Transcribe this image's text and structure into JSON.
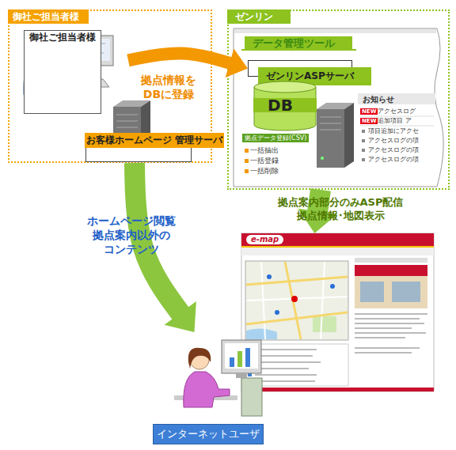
{
  "diagram": {
    "nodes": [
      {
        "text": [
          "御社ご担当者様"
        ]
      },
      {
        "text": [
          "御社ご担当者様"
        ],
        "in": 0
      },
      {
        "text": [
          "お客様ホームページ 管理サーバ"
        ],
        "in": 0
      },
      {
        "text": [
          "ゼンリン"
        ]
      },
      {
        "text": [
          "データ管理ツール"
        ],
        "in": 3
      },
      {
        "text": [
          "ゼンリンASPサーバ"
        ],
        "in": 4
      },
      {
        "text": [
          "DB"
        ],
        "in": 4
      },
      {
        "text": [
          "e-map"
        ]
      },
      {
        "text": [
          "インターネットユーザ"
        ]
      }
    ],
    "edges": [
      {
        "from": 1,
        "to": 5,
        "arrow": "to",
        "label": "拠点情報を DBに登録"
      },
      {
        "from": 0,
        "to": 8,
        "arrow": "to",
        "label": "ホームページ閲覧 拠点案内以外の コンテンツ"
      },
      {
        "from": 3,
        "to": 7,
        "arrow": "to",
        "label": "拠点案内部分のみASP配信 拠点情報･地図表示"
      }
    ],
    "labels": [
      "拠点データ登録(CSV)",
      "一括抽出",
      "一括登録",
      "一括削除",
      "お知らせ",
      "NEW",
      "アクセスログ",
      "NEW",
      "追加項目 ア",
      "項目追加にアクセ",
      "アクセスログの項",
      "アクセスログの項",
      "アクセスログの項"
    ]
  }
}
